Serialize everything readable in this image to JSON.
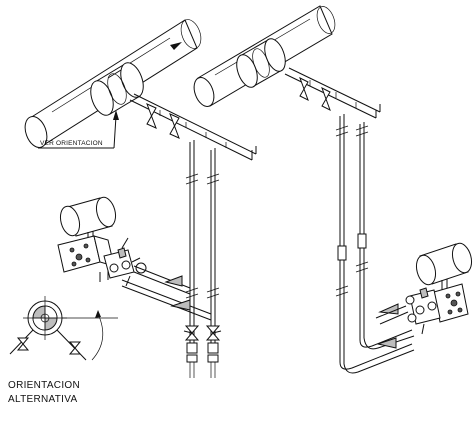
{
  "labels": {
    "ver_orientacion": "VER ORIENTACION",
    "orientacion": "ORIENTACION",
    "alternativa": "ALTERNATIVA"
  }
}
